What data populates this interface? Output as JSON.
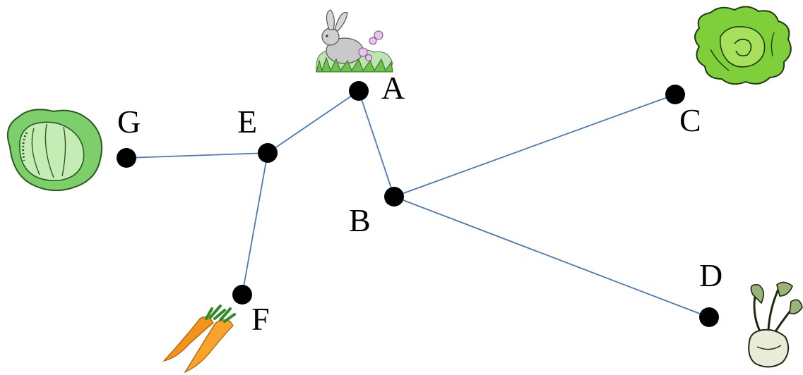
{
  "graph": {
    "node_color": "#000000",
    "edge_color": "#4a7ab8",
    "nodes": [
      {
        "id": "A",
        "label": "A",
        "icon": "rabbit-icon"
      },
      {
        "id": "B",
        "label": "B"
      },
      {
        "id": "C",
        "label": "C",
        "icon": "lettuce-icon"
      },
      {
        "id": "D",
        "label": "D",
        "icon": "kohlrabi-icon"
      },
      {
        "id": "E",
        "label": "E"
      },
      {
        "id": "F",
        "label": "F",
        "icon": "carrot-icon"
      },
      {
        "id": "G",
        "label": "G",
        "icon": "cabbage-icon"
      }
    ],
    "edges": [
      {
        "from": "G",
        "to": "E"
      },
      {
        "from": "E",
        "to": "A"
      },
      {
        "from": "E",
        "to": "F"
      },
      {
        "from": "A",
        "to": "B"
      },
      {
        "from": "B",
        "to": "C"
      },
      {
        "from": "B",
        "to": "D"
      }
    ]
  }
}
